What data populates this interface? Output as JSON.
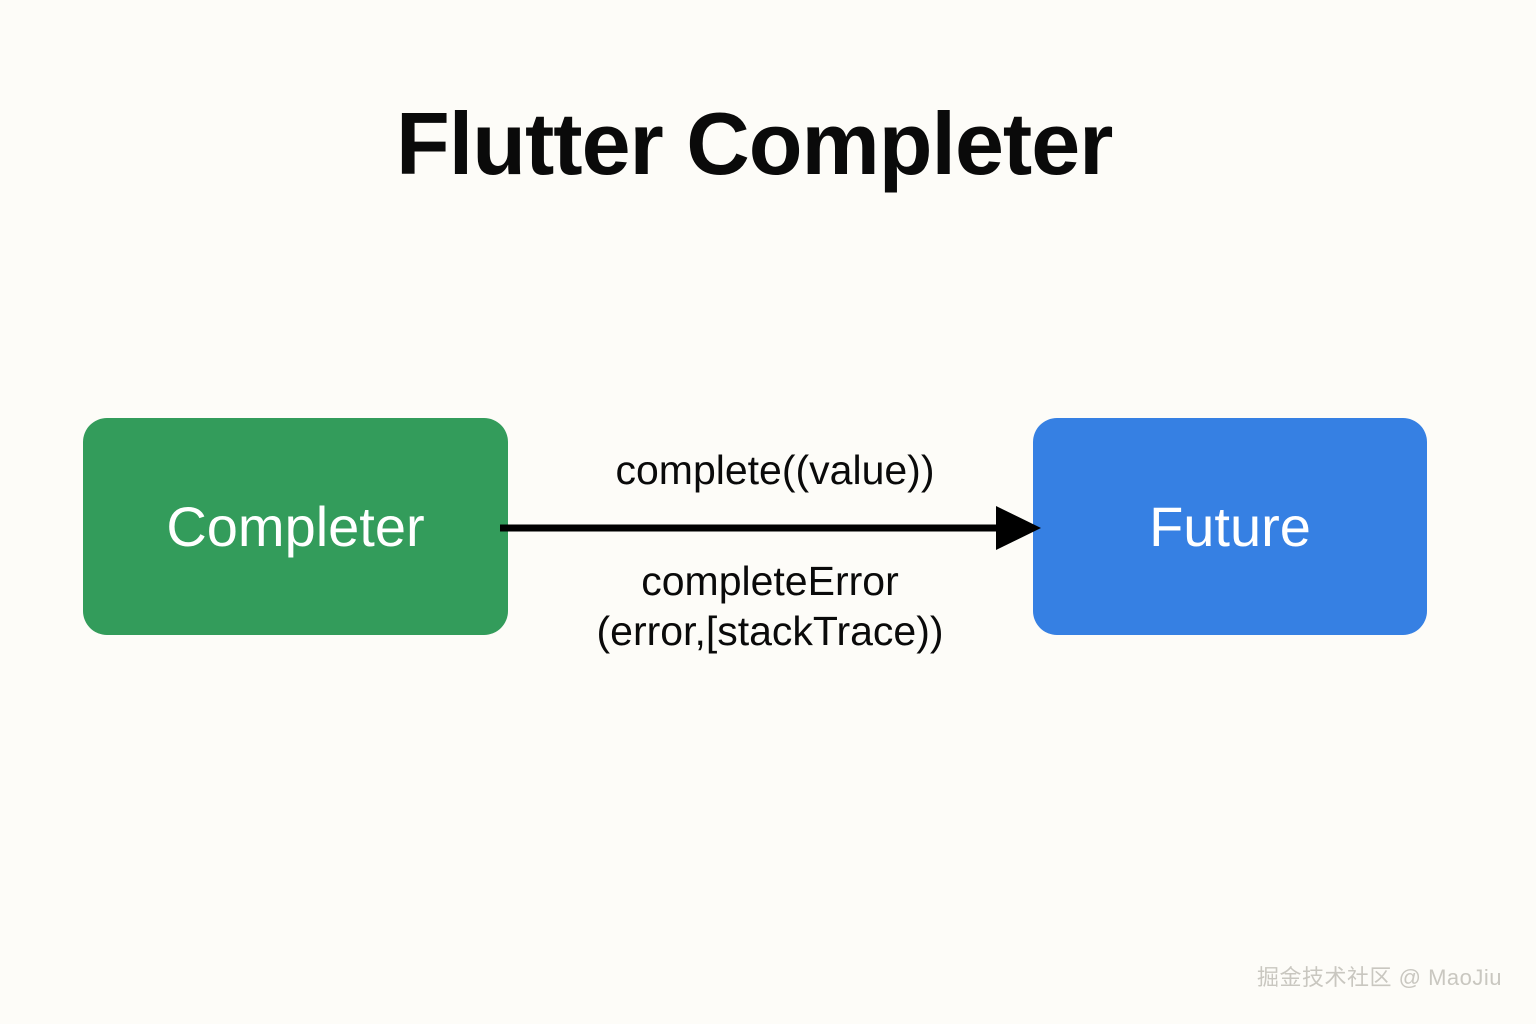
{
  "page": {
    "title": "Flutter Completer",
    "background_color": "#fdfcf8"
  },
  "diagram": {
    "type": "flow",
    "nodes": [
      {
        "id": "completer",
        "label": "Completer",
        "fill_color": "#339c5b",
        "text_color": "#ffffff",
        "shape": "rounded-rectangle"
      },
      {
        "id": "future",
        "label": "Future",
        "fill_color": "#3680e3",
        "text_color": "#ffffff",
        "shape": "rounded-rectangle"
      }
    ],
    "edges": [
      {
        "id": "completer-to-future",
        "from": "completer",
        "to": "future",
        "direction": "right",
        "color": "#000000",
        "label_above": "complete((value))",
        "label_below_line1": "completeError",
        "label_below_line2": "(error,[stackTrace))"
      }
    ]
  },
  "watermark": {
    "text": "掘金技术社区 @ MaoJiu",
    "color": "#c9c7c0"
  }
}
